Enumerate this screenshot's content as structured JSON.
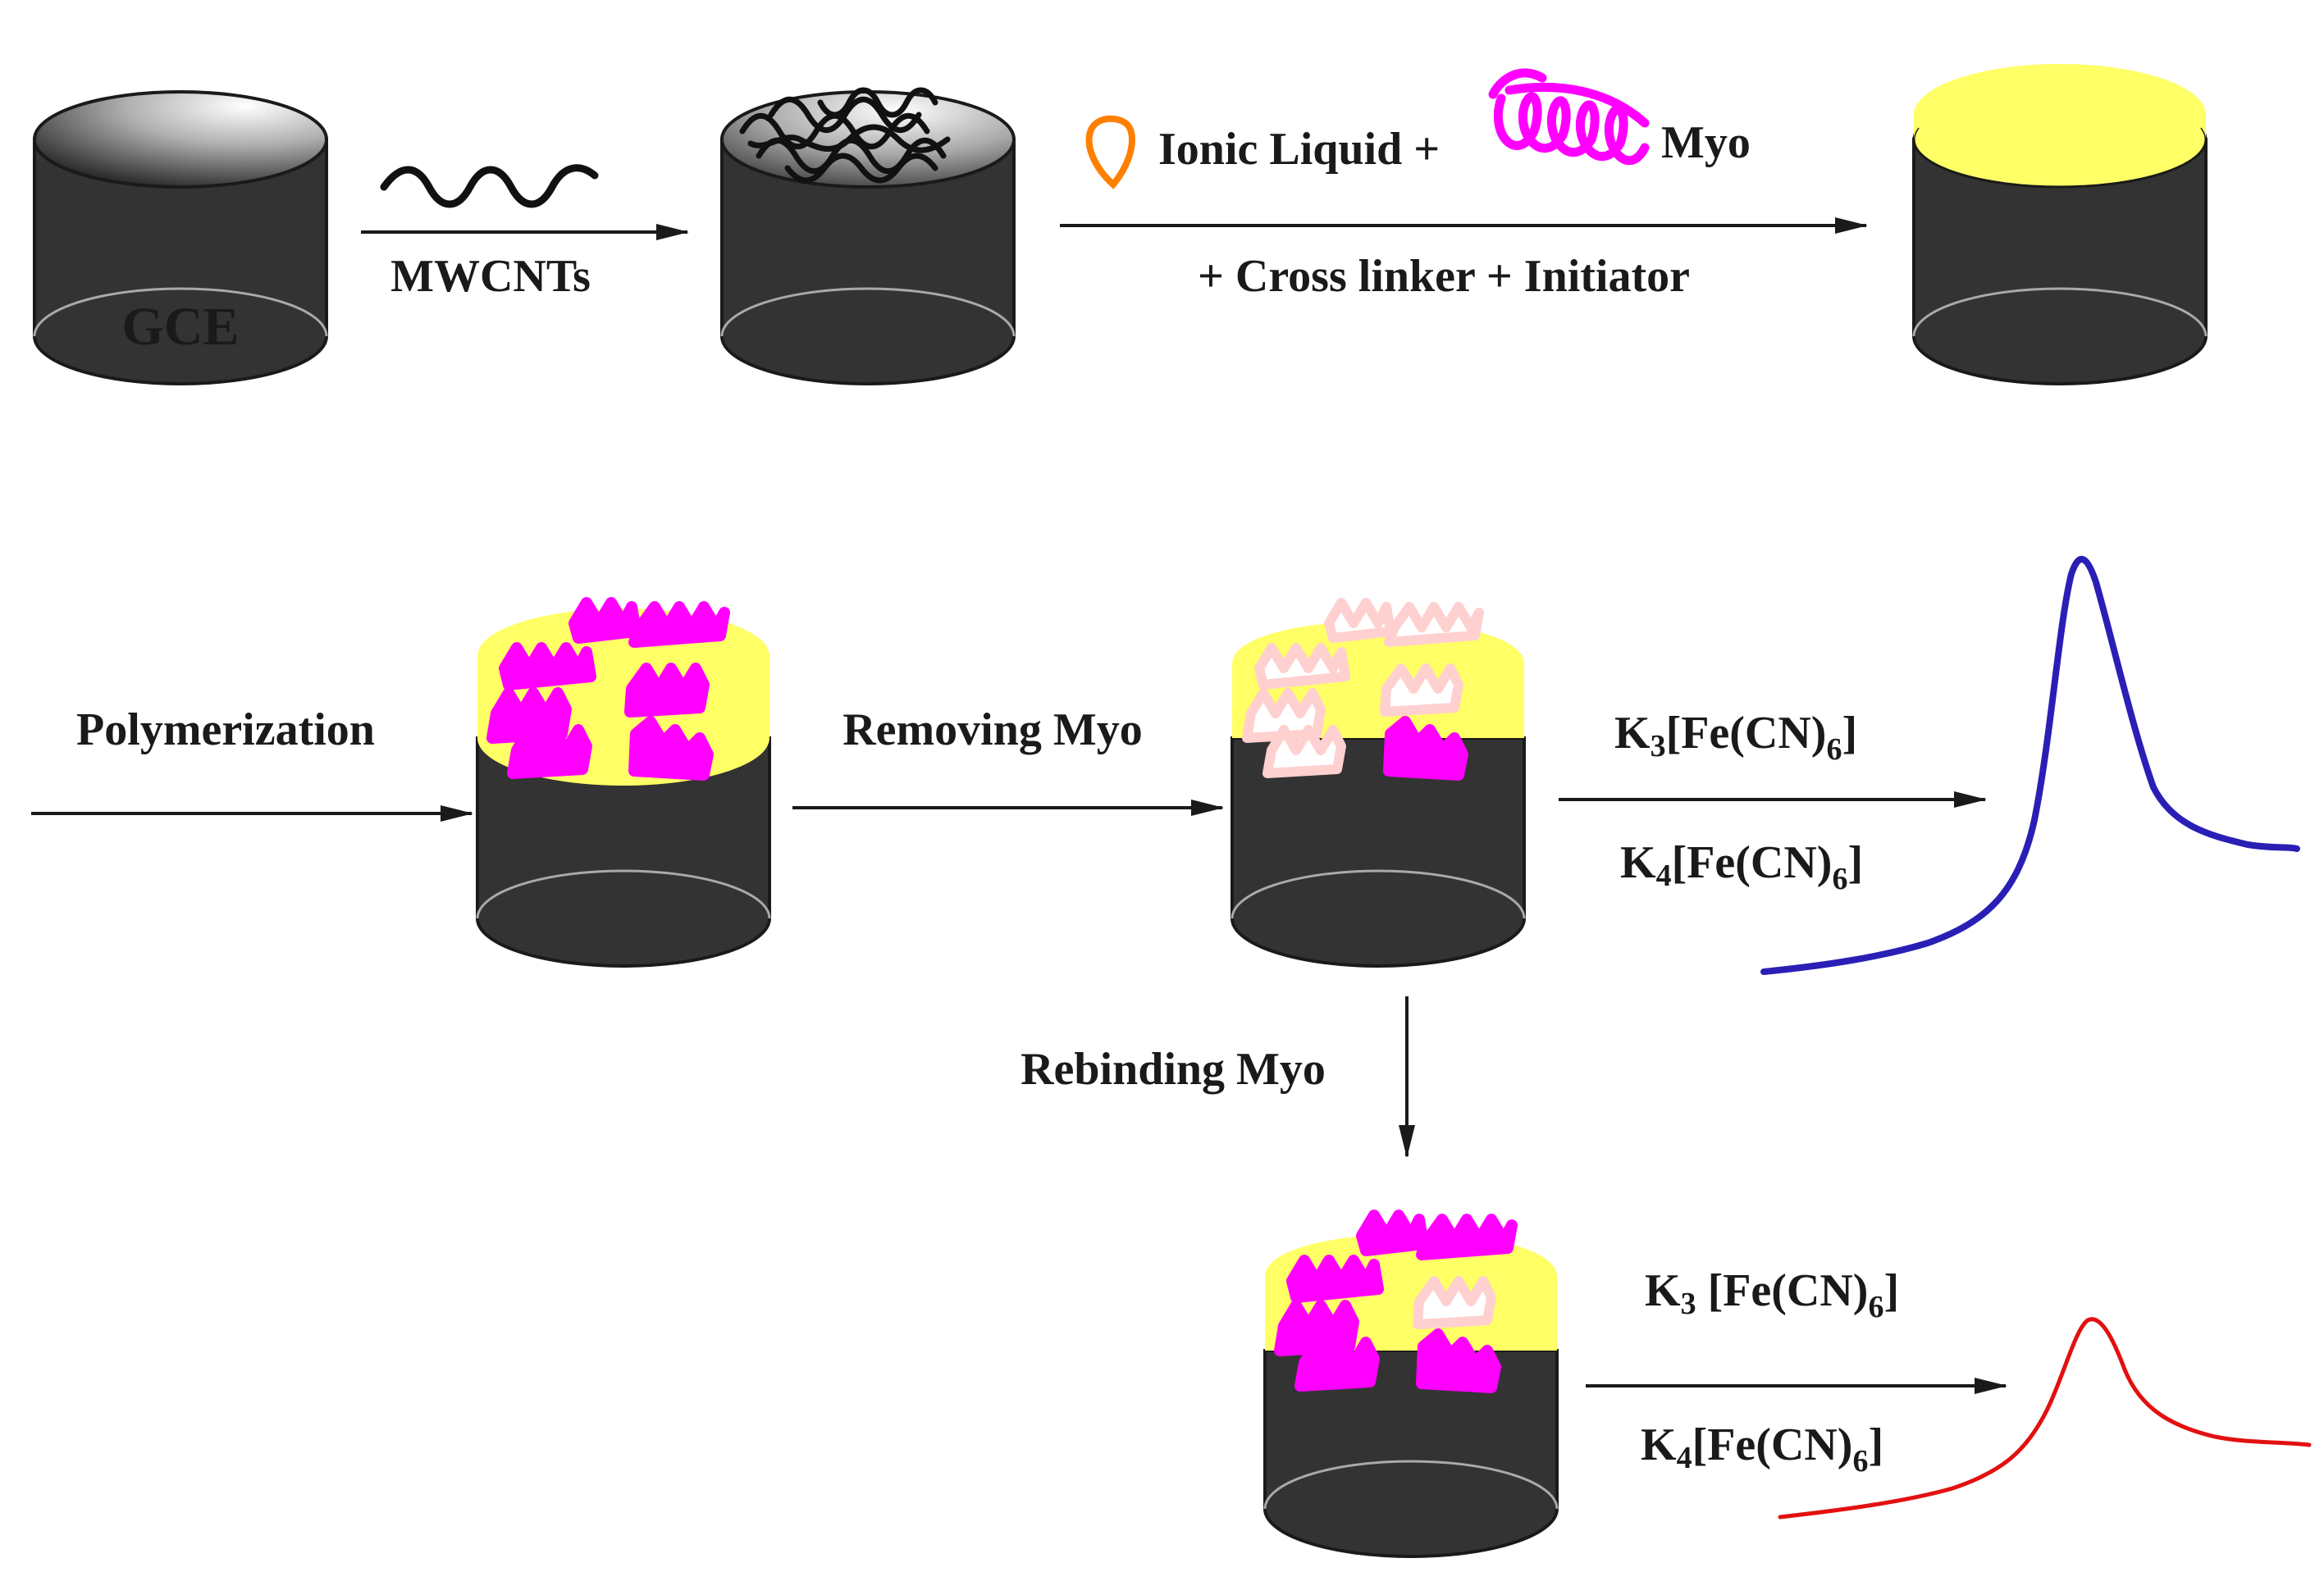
{
  "colors": {
    "electrode_body": "#333333",
    "electrode_rim": "#1a1a1a",
    "polymer_film": "#ffff66",
    "myoglobin": "#ff00ff",
    "imprinted_cavity": "#ffffff",
    "ionic_liquid": "#ff8000",
    "high_signal_curve": "#2a1fb5",
    "low_signal_curve": "#e31010",
    "arrow": "#1a1a1a"
  },
  "labels": {
    "gce": "GCE",
    "mwcnts": "MWCNTs",
    "ionic_liquid": "Ionic Liquid +",
    "myo": "Myo",
    "crosslinker": "+ Cross linker + Initiator",
    "polymerization": "Polymerization",
    "removing_myo": "Removing Myo",
    "rebinding_myo": "Rebinding Myo",
    "probe1_top_k": "K",
    "probe1_top_k_sub": "3",
    "probe1_top_rest": "[Fe(CN)",
    "probe1_top_sub": "6",
    "probe1_top_end": "]",
    "probe1_bot_k": "K",
    "probe1_bot_k_sub": "4",
    "probe1_bot_rest": "[Fe(CN)",
    "probe1_bot_sub": "6",
    "probe1_bot_end": "]",
    "probe2_top_k": "K",
    "probe2_top_k_sub": "3",
    "probe2_top_rest": " [Fe(CN)",
    "probe2_top_sub": "6",
    "probe2_top_end": "]",
    "probe2_bot_k": "K",
    "probe2_bot_k_sub": "4",
    "probe2_bot_rest": "[Fe(CN)",
    "probe2_bot_sub": "6",
    "probe2_bot_end": "]"
  },
  "icons": [
    "carbon-nanotube-icon",
    "ionic-liquid-droplet-icon",
    "myoglobin-coil-icon",
    "voltammogram-peak-icon"
  ]
}
